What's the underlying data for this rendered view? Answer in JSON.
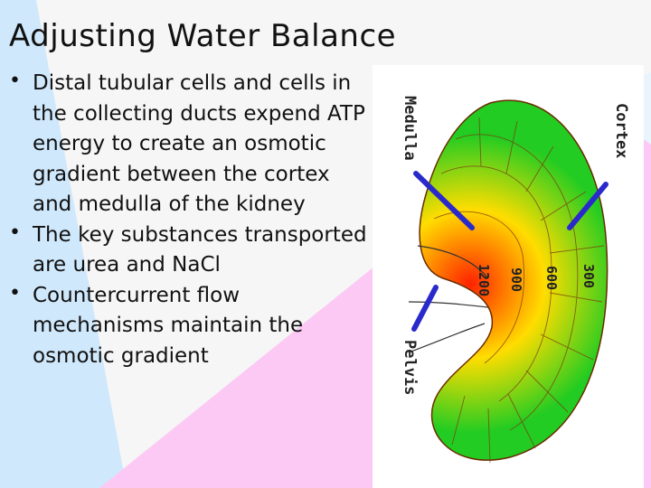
{
  "slide": {
    "title": "Adjusting Water Balance",
    "bullets": [
      {
        "text": "Distal tubular cells and cells in the collecting ducts expend ATP energy to create an osmotic gradient between the cortex and medulla of the kidney"
      },
      {
        "text": "The key substances transported are urea and NaCl"
      },
      {
        "text": "Countercurrent flow mechanisms maintain the osmotic gradient"
      }
    ]
  },
  "diagram": {
    "labels": {
      "medulla": "Medulla",
      "cortex": "Cortex",
      "pelvis": "Pelvis"
    },
    "osmolarity_values": [
      "1200",
      "900",
      "600",
      "300"
    ],
    "colors": {
      "outer": "#22cc22",
      "middle": "#ffdd00",
      "inner": "#ff2200",
      "pointer": "#2a2acc"
    }
  },
  "colors": {
    "background": "#f6f6f6",
    "accent_blue": "#cfe8fb",
    "accent_pink": "#fcc9f4"
  }
}
